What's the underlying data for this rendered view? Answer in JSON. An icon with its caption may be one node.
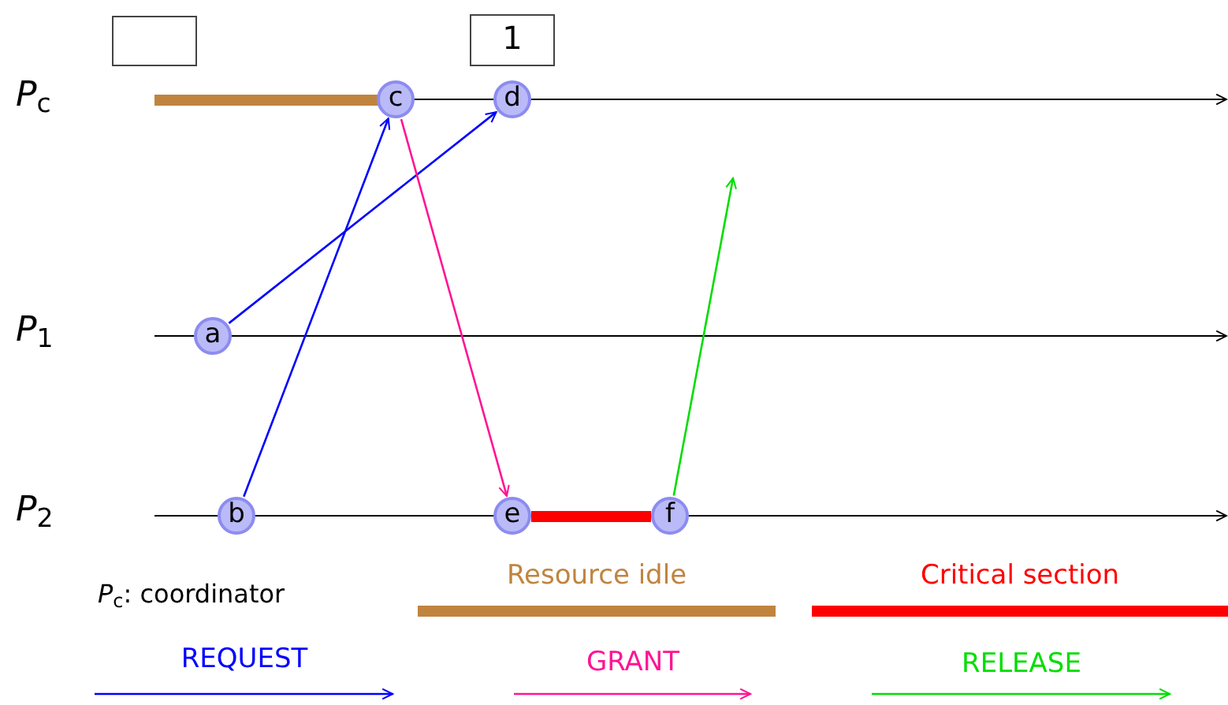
{
  "diagram": {
    "nodes": [
      {
        "text": [],
        "shape": "box"
      },
      {
        "text": [
          "1"
        ]
      },
      {
        "text": [
          "c"
        ]
      },
      {
        "text": [
          "d"
        ]
      },
      {
        "text": [
          "a"
        ]
      },
      {
        "text": [
          "b"
        ]
      },
      {
        "text": [
          "e"
        ]
      },
      {
        "text": [
          "f"
        ]
      }
    ],
    "edges": [
      {
        "from": 4,
        "to": 3,
        "arrow": "to",
        "color": "#0000ff"
      },
      {
        "from": 5,
        "to": 2,
        "arrow": "to",
        "color": "#0000ff"
      },
      {
        "from": 2,
        "to": 6,
        "arrow": "to",
        "color": "#ff1493"
      },
      {
        "from": 7,
        "to": null,
        "arrow": "to",
        "color": "#00dd00"
      }
    ],
    "labels": [
      "*P*$_{c}$",
      "*P*$_{1}$",
      "*P*$_{2}$",
      "*P*$_{c}$: coordinator"
    ],
    "legend": [
      {
        "text": "Resource idle",
        "color": "#c0843f"
      },
      {
        "text": "Critical section",
        "color": "#ff0000"
      },
      {
        "text": "REQUEST",
        "color": "#0000ff"
      },
      {
        "text": "GRANT",
        "color": "#ff1493"
      },
      {
        "text": "RELEASE",
        "color": "#00dd00"
      }
    ]
  }
}
